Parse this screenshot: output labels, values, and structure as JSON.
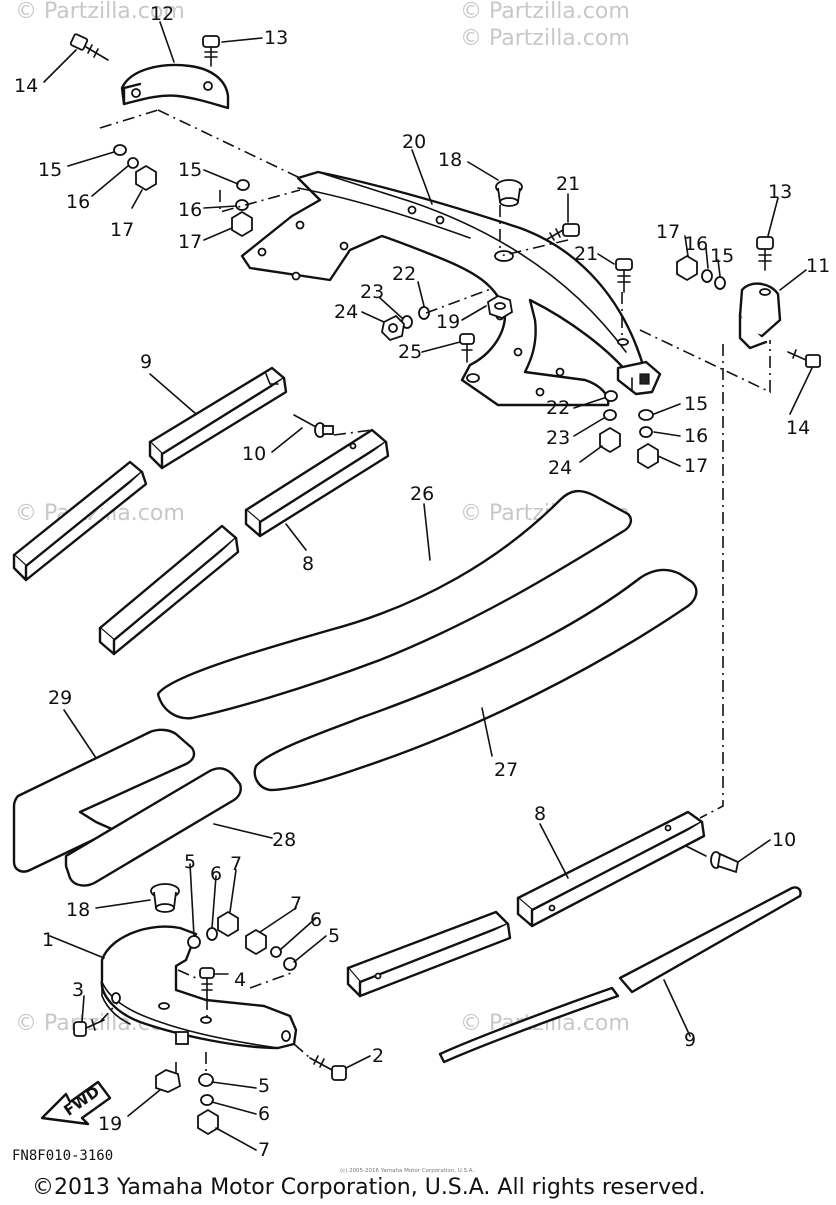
{
  "watermarks": [
    "© Partzilla.com",
    "© Partzilla.com",
    "© Partzilla.com",
    "© Partzilla.com",
    "© Partzilla.com",
    "© Partzilla.com",
    "© Partzilla.com"
  ],
  "callouts": [
    "1",
    "2",
    "3",
    "4",
    "5",
    "5",
    "5",
    "6",
    "6",
    "6",
    "7",
    "7",
    "7",
    "8",
    "8",
    "9",
    "9",
    "10",
    "10",
    "11",
    "12",
    "13",
    "13",
    "14",
    "14",
    "15",
    "15",
    "15",
    "15",
    "16",
    "16",
    "16",
    "16",
    "17",
    "17",
    "17",
    "17",
    "18",
    "18",
    "19",
    "19",
    "20",
    "21",
    "21",
    "22",
    "22",
    "23",
    "23",
    "24",
    "24",
    "25",
    "26",
    "27",
    "28",
    "29"
  ],
  "fwd_label": "FWD",
  "diagram_code": "FN8F010-3160",
  "tiny_credit": "(c) 2005-2016 Yamaha Motor Corporation, U.S.A.",
  "copyright": "©2013 Yamaha Motor Corporation, U.S.A. All rights reserved."
}
